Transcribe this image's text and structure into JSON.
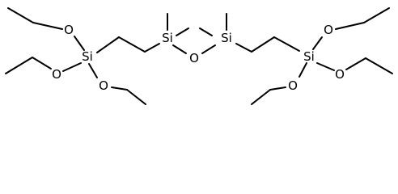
{
  "molecule": {
    "atoms": {
      "o1": "O",
      "o2": "O",
      "o3": "O",
      "si1": "Si",
      "si2": "Si",
      "o_bridge": "O",
      "si3": "Si",
      "o4": "O",
      "o5": "O",
      "o6": "O",
      "si4": "Si"
    }
  }
}
